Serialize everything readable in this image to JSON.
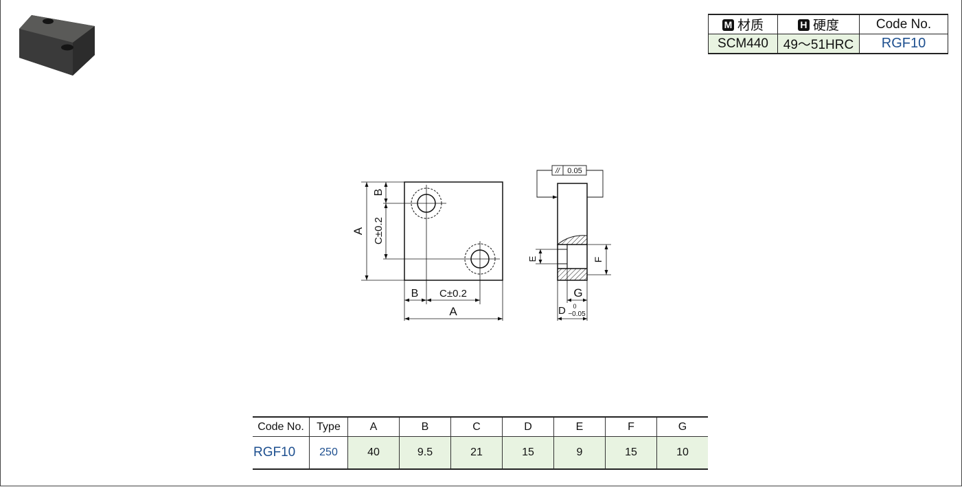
{
  "spec_table": {
    "material_badge": "M",
    "material_header": "材质",
    "hardness_badge": "H",
    "hardness_header": "硬度",
    "code_header": "Code No.",
    "material": "SCM440",
    "hardness": "49〜51HRC",
    "code": "RGF10"
  },
  "drawing": {
    "labels": {
      "A_left": "A",
      "B_left": "B",
      "C_left": "C±0.2",
      "B_bottom": "B",
      "C_bottom": "C±0.2",
      "A_bottom": "A",
      "parallelism_symbol": "//",
      "parallelism_value": "0.05",
      "E": "E",
      "F": "F",
      "G": "G",
      "D": "D",
      "D_tol_upper": "0",
      "D_tol_lower": "−0.05"
    }
  },
  "dimension_table": {
    "headers": [
      "Code No.",
      "Type",
      "A",
      "B",
      "C",
      "D",
      "E",
      "F",
      "G"
    ],
    "row": {
      "code": "RGF10",
      "type": "250",
      "A": "40",
      "B": "9.5",
      "C": "21",
      "D": "15",
      "E": "9",
      "F": "15",
      "G": "10"
    }
  }
}
